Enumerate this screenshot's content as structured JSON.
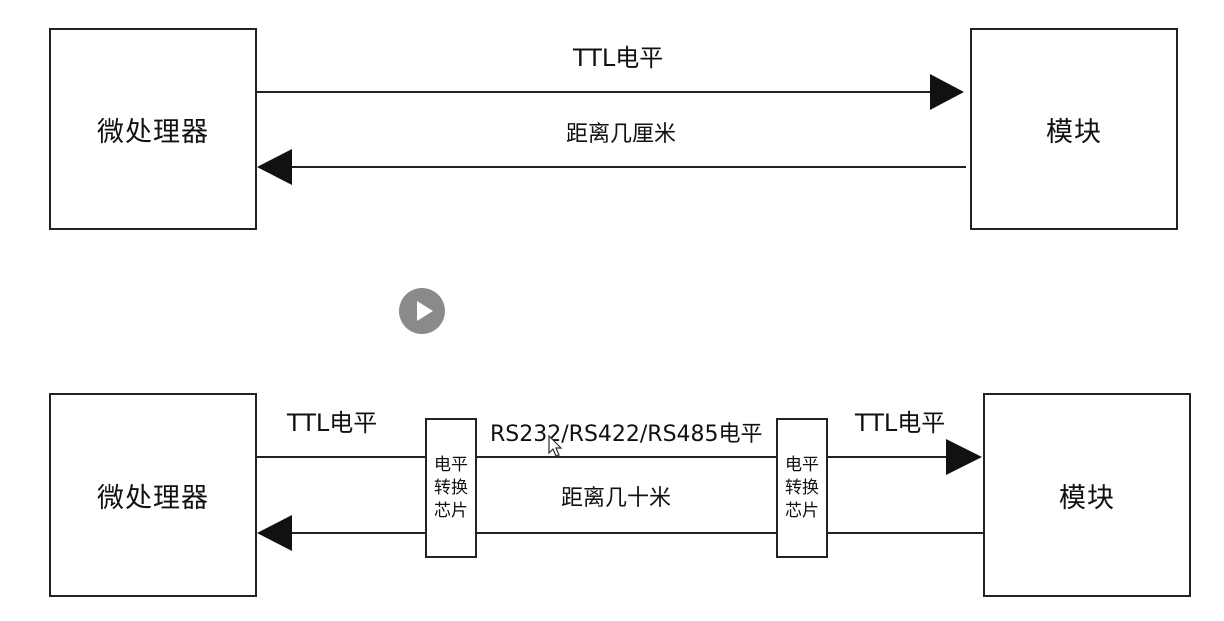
{
  "top_diagram": {
    "left_box": "微处理器",
    "right_box": "模块",
    "level_label": "TTL电平",
    "distance_label": "距离几厘米"
  },
  "bottom_diagram": {
    "left_box": "微处理器",
    "right_box": "模块",
    "left_level_label": "TTL电平",
    "middle_level_label": "RS232/RS422/RS485电平",
    "right_level_label": "TTL电平",
    "distance_label": "距离几十米",
    "left_chip": "电平\n转换\n芯片",
    "right_chip": "电平\n转换\n芯片"
  },
  "video_overlay": {
    "play_icon": "play-icon",
    "cursor_icon": "mouse-cursor-icon"
  }
}
